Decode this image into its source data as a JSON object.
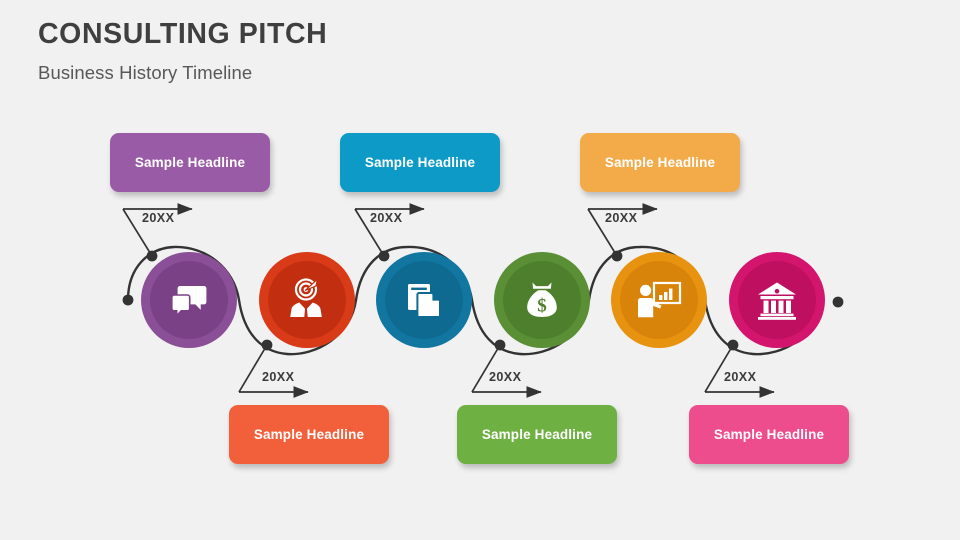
{
  "header": {
    "title": "CONSULTING PITCH",
    "subtitle": "Business History Timeline",
    "title_color": "#3f3f3f",
    "subtitle_color": "#585858"
  },
  "canvas": {
    "background": "#f1f1f1",
    "line_color": "#333333"
  },
  "timeline": {
    "steps": [
      {
        "index": 1,
        "position": "top",
        "headline": "Sample Headline",
        "year": "20XX",
        "box_color": "#9a5ba6",
        "circle_outer": "#8a4f96",
        "circle_inner": "#7a4186",
        "icon": "speech-bubbles-icon"
      },
      {
        "index": 2,
        "position": "bottom",
        "headline": "Sample Headline",
        "year": "20XX",
        "box_color": "#f1603b",
        "circle_outer": "#d93a18",
        "circle_inner": "#c22f10",
        "icon": "target-businessman-icon"
      },
      {
        "index": 3,
        "position": "top",
        "headline": "Sample Headline",
        "year": "20XX",
        "box_color": "#0e9ac7",
        "circle_outer": "#1277a0",
        "circle_inner": "#0e6a90",
        "icon": "documents-copy-icon"
      },
      {
        "index": 4,
        "position": "bottom",
        "headline": "Sample Headline",
        "year": "20XX",
        "box_color": "#6fb043",
        "circle_outer": "#5a8f35",
        "circle_inner": "#4e7f2c",
        "icon": "money-bag-icon"
      },
      {
        "index": 5,
        "position": "top",
        "headline": "Sample Headline",
        "year": "20XX",
        "box_color": "#f3ab4a",
        "circle_outer": "#e8930f",
        "circle_inner": "#d8840a",
        "icon": "presentation-chart-icon"
      },
      {
        "index": 6,
        "position": "bottom",
        "headline": "Sample Headline",
        "year": "20XX",
        "box_color": "#ed4c8d",
        "circle_outer": "#d4156e",
        "circle_inner": "#be0f61",
        "icon": "bank-building-icon"
      }
    ]
  }
}
